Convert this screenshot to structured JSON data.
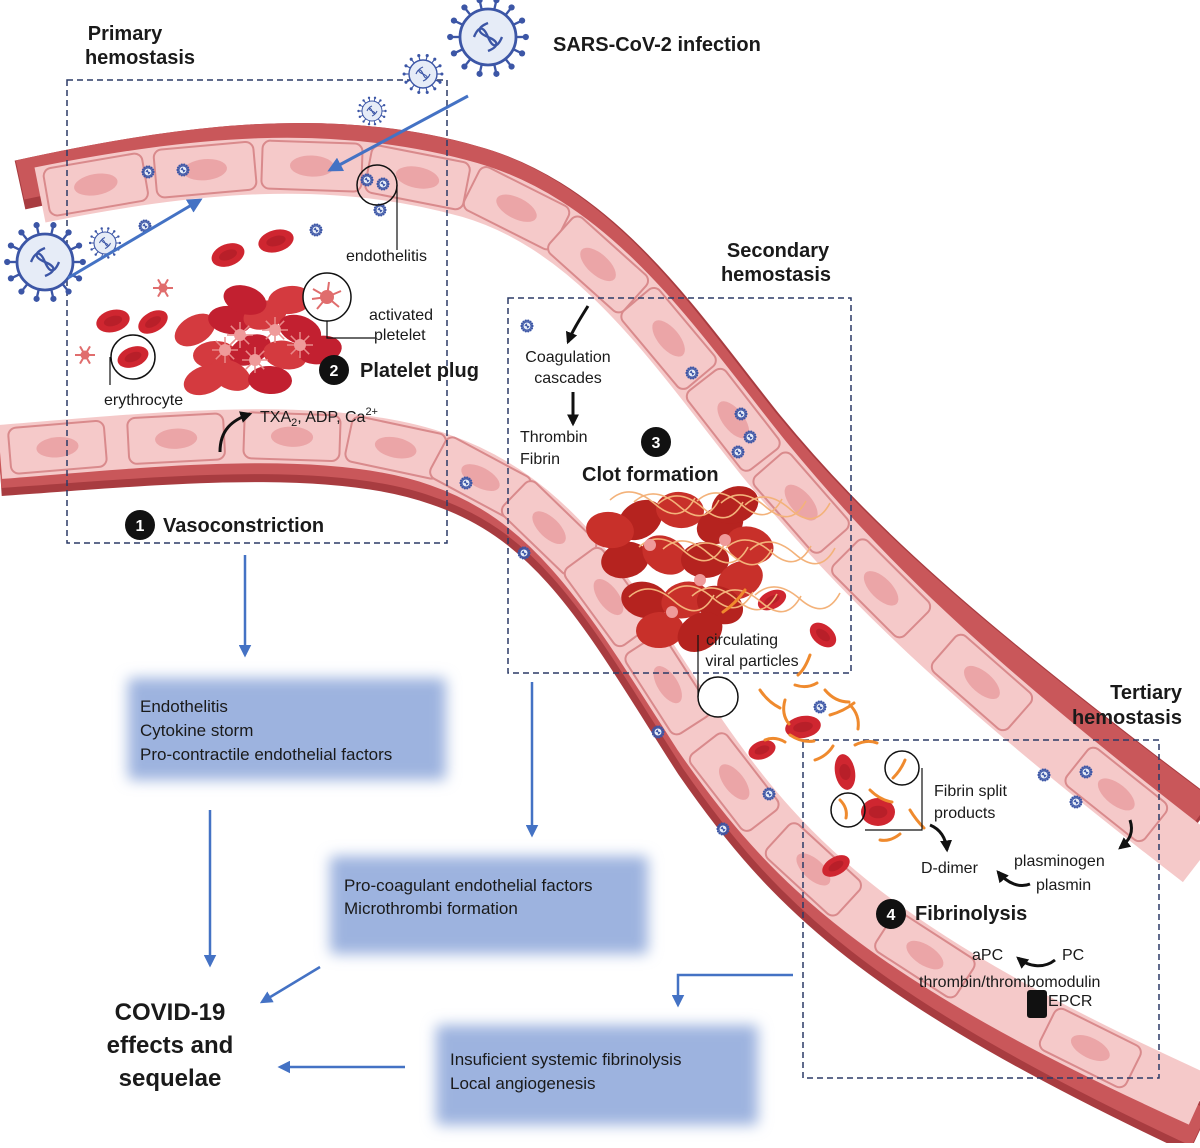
{
  "infection": "SARS-CoV-2 infection",
  "primary": {
    "header_lines": [
      "Primary",
      "hemostasis"
    ],
    "endothelitis": "endothelitis",
    "activated_lines": [
      "activated",
      "pletelet"
    ],
    "erythrocyte": "erythrocyte",
    "mediators_main": "TXA",
    "mediators_sub": "2",
    "mediators_mid": ", ADP, Ca",
    "mediators_sup": "2+",
    "step1_num": "1",
    "step1_label": "Vasoconstriction",
    "step2_num": "2",
    "step2_label": "Platelet plug"
  },
  "secondary": {
    "header_lines": [
      "Secondary",
      "hemostasis"
    ],
    "cascade_lines": [
      "Coagulation",
      "cascades"
    ],
    "thrombin_lines": [
      "Thrombin",
      "Fibrin"
    ],
    "step3_num": "3",
    "step3_label": "Clot formation",
    "circulating_lines": [
      "circulating",
      "viral particles"
    ]
  },
  "tertiary": {
    "header_lines": [
      "Tertiary",
      "hemostasis"
    ],
    "fibrin_split_lines": [
      "Fibrin split",
      "products"
    ],
    "ddimer": "D-dimer",
    "plasminogen": "plasminogen",
    "plasmin": "plasmin",
    "step4_num": "4",
    "step4_label": "Fibrinolysis",
    "apc": "aPC",
    "pc": "PC",
    "thrombomodulin": "thrombin/thrombomodulin",
    "epcr": "EPCR"
  },
  "effects": {
    "box1": [
      "Endothelitis",
      "Cytokine storm",
      "Pro-contractile endothelial factors"
    ],
    "box2": [
      "Pro-coagulant endothelial factors",
      "Microthrombi formation"
    ],
    "box3": [
      "Insuficient systemic fibrinolysis",
      "Local angiogenesis"
    ],
    "outcome_lines": [
      "COVID-19",
      "effects and",
      "sequelae"
    ]
  },
  "colors": {
    "vessel_wall": "#c9575a",
    "vessel_dark": "#a83c40",
    "cell_fill": "#f5c9c9",
    "cell_stroke": "#d98a8c",
    "nucleus": "#eba5a7",
    "erythrocyte": "#cf2630",
    "platelet": "#e06d6d",
    "arrow_blue": "#4472c4",
    "effect_box": "#9db3df",
    "fibrin": "#ef8a2e",
    "virus": "#3c56a6"
  }
}
